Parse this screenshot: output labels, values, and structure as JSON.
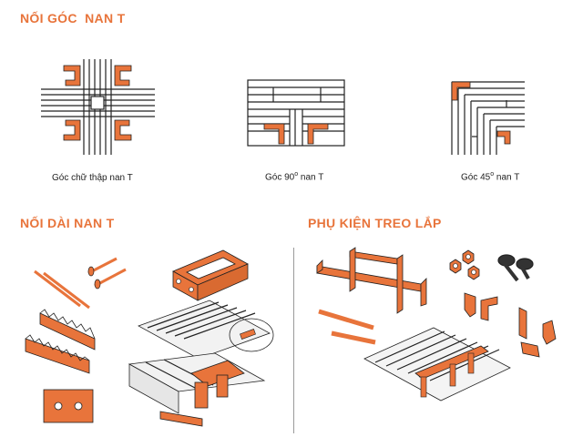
{
  "sections": {
    "corner_joints": {
      "title": "NỐI GÓC  NAN T"
    },
    "length_joints": {
      "title": "NỐI DÀI NAN T"
    },
    "hanging_accessories": {
      "title": "PHỤ KIỆN TREO LẮP"
    }
  },
  "captions": {
    "cross_corner": "Góc chữ thập nan T",
    "corner_90_prefix": "Góc 90",
    "corner_90_sup": "o",
    "corner_90_suffix": " nan T",
    "corner_45_prefix": "Góc 45",
    "corner_45_sup": "o",
    "corner_45_suffix": " nan T"
  },
  "colors": {
    "accent": "#e8743b",
    "line": "#222222",
    "divider": "#9a9a9a"
  }
}
